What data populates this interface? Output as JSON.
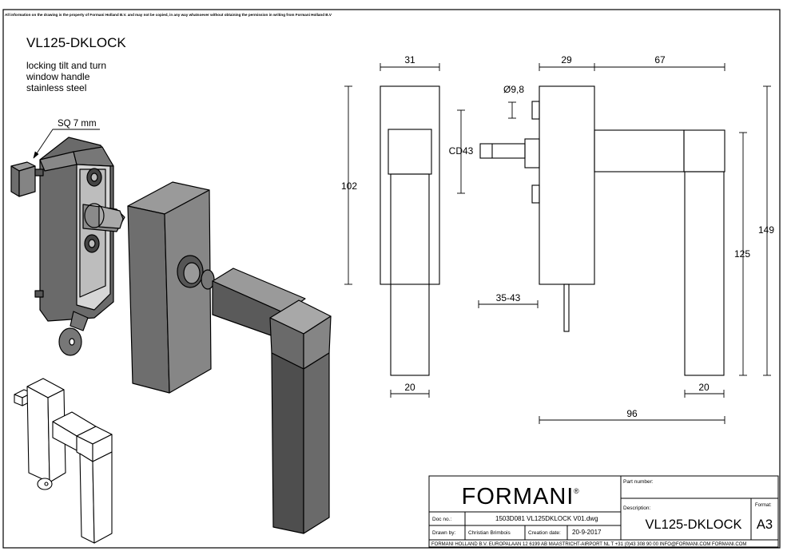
{
  "notice": "All information on the drawing is the property of Formani Holland B.V. and may not be copied, in any way whatsoever without obtaining the permission in writing from Formani Holland B.V",
  "header": {
    "code": "VL125-DKLOCK",
    "desc_line1": "locking tilt and turn",
    "desc_line2": "window handle",
    "desc_line3": "stainless steel"
  },
  "callouts": {
    "spindle": "SQ 7 mm"
  },
  "dimensions": {
    "rose_width": "31",
    "rose_height": "102",
    "rose_depth": "29",
    "handle_projection": "67",
    "hole_dia": "Ø9,8",
    "center_distance": "CD43",
    "total_height": "149",
    "lever_height": "125",
    "door_thickness": "35-43",
    "lever_width_front": "20",
    "lever_width_side": "20",
    "total_depth": "96"
  },
  "titleblock": {
    "brand": "FORMANI",
    "registered": "®",
    "part_number_label": "Part number:",
    "description_label": "Description:",
    "description": "VL125-DKLOCK",
    "format_label": "Format:",
    "format": "A3",
    "doc_no_label": "Doc no.:",
    "doc_no": "1503D081 VL125DKLOCK V01.dwg",
    "drawn_by_label": "Drawn by:",
    "drawn_by": "Christian Brimbois",
    "creation_date_label": "Creation date:",
    "creation_date": "20-9-2017",
    "footer": "FORMANI HOLLAND B.V.  EUROPALAAN 12  6199 AB MAASTRICHT-AIRPORT NL  T +31 (0)43 308 90 00 INFO@FORMANI.COM FORMANI.COM"
  },
  "colors": {
    "line": "#000000",
    "face_light": "#8a8a8a",
    "face_mid": "#6e6e6e",
    "face_dark": "#4a4a4a"
  }
}
